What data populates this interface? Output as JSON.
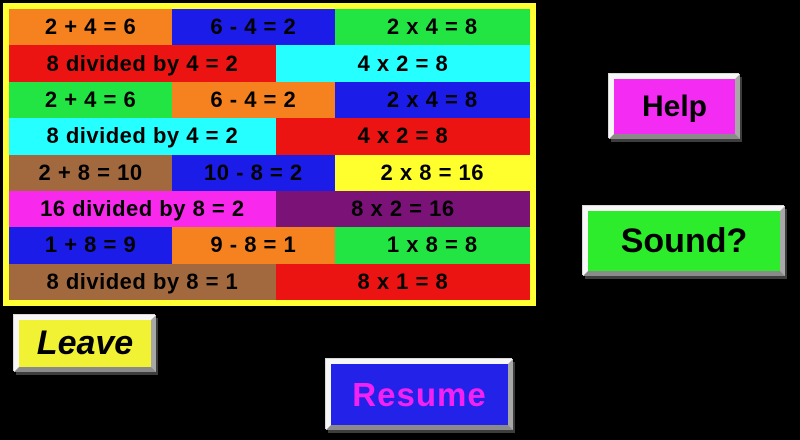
{
  "page": {
    "background": "#000000"
  },
  "board": {
    "border_color": "#FFFF33",
    "rows": [
      {
        "cells": [
          {
            "text": "2 + 4 = 6",
            "color": "orange"
          },
          {
            "text": "6 - 4 = 2",
            "color": "blue"
          },
          {
            "text": "2 x 4 = 8",
            "color": "green"
          }
        ]
      },
      {
        "cells": [
          {
            "text": "8 divided by 4 = 2",
            "color": "red"
          },
          {
            "text": "4 x 2 = 8",
            "color": "cyan"
          }
        ]
      },
      {
        "cells": [
          {
            "text": "2 + 4 = 6",
            "color": "green"
          },
          {
            "text": "6 - 4 = 2",
            "color": "orange"
          },
          {
            "text": "2 x 4 = 8",
            "color": "blue"
          }
        ]
      },
      {
        "cells": [
          {
            "text": "8 divided by 4 = 2",
            "color": "cyan"
          },
          {
            "text": "4 x 2 = 8",
            "color": "red"
          }
        ]
      },
      {
        "cells": [
          {
            "text": "2 + 8 = 10",
            "color": "brown"
          },
          {
            "text": "10 - 8 = 2",
            "color": "blue"
          },
          {
            "text": "2 x 8 = 16",
            "color": "yellow"
          }
        ]
      },
      {
        "cells": [
          {
            "text": "16 divided by 8 = 2",
            "color": "magenta"
          },
          {
            "text": "8 x 2 = 16",
            "color": "purple"
          }
        ]
      },
      {
        "cells": [
          {
            "text": "1 + 8 = 9",
            "color": "blue"
          },
          {
            "text": "9 - 8 = 1",
            "color": "orange"
          },
          {
            "text": "1 x 8 = 8",
            "color": "green"
          }
        ]
      },
      {
        "cells": [
          {
            "text": "8 divided by 8 = 1",
            "color": "brown"
          },
          {
            "text": "8 x 1 = 8",
            "color": "red"
          }
        ]
      }
    ]
  },
  "palette": {
    "orange": "#F5821F",
    "blue": "#1C1CE8",
    "green": "#22E543",
    "red": "#EC1313",
    "cyan": "#25FFFF",
    "brown": "#A2693E",
    "magenta": "#F829EC",
    "purple": "#7A1278",
    "yellow": "#FFFF2E"
  },
  "buttons": {
    "help": {
      "label": "Help",
      "bg": "#F32BF3",
      "text_color": "#000000"
    },
    "sound": {
      "label": "Sound?",
      "bg": "#2CEC2C",
      "text_color": "#000000"
    },
    "leave": {
      "label": "Leave",
      "bg": "#F2F235",
      "text_color": "#000000"
    },
    "resume": {
      "label": "Resume",
      "bg": "#2222E8",
      "text_color": "#F322F3"
    }
  }
}
